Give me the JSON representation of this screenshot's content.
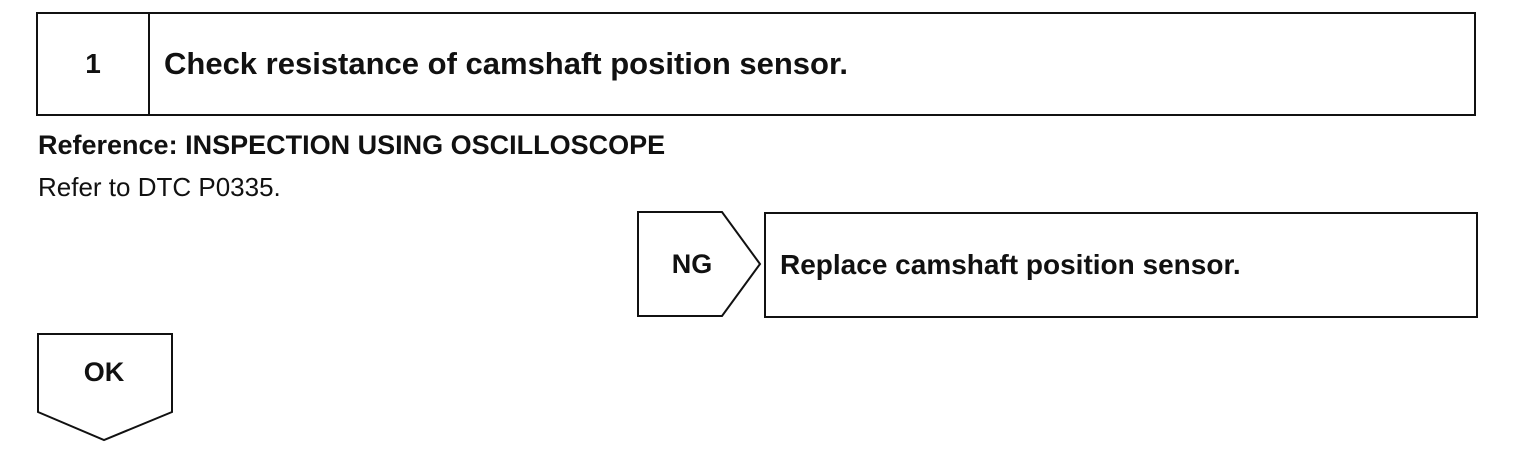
{
  "step": {
    "number": "1",
    "title": "Check resistance of camshaft position sensor."
  },
  "reference": {
    "heading": "Reference: INSPECTION USING OSCILLOSCOPE",
    "text": "Refer to DTC P0335."
  },
  "ng_branch": {
    "label": "NG",
    "action": "Replace camshaft position sensor."
  },
  "ok_branch": {
    "label": "OK"
  }
}
